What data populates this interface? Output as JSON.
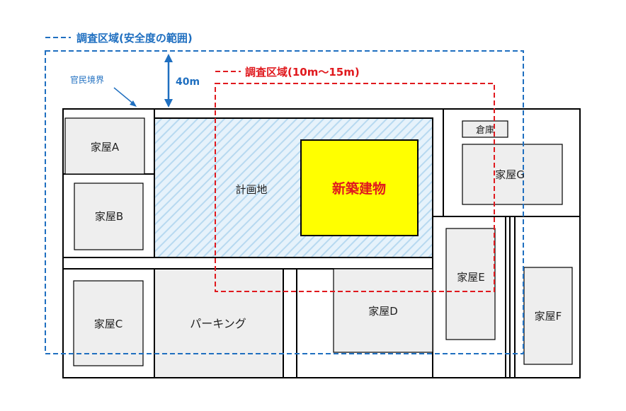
{
  "legend": {
    "blue_label": "調査区域(安全度の範囲)",
    "red_label": "調査区域(10m〜15m)"
  },
  "annotations": {
    "boundary_label": "官民境界",
    "distance_label": "40m"
  },
  "areas": {
    "plan_site": "計画地",
    "new_building": "新築建物",
    "parking": "パーキング",
    "warehouse": "倉庫"
  },
  "houses": {
    "a": "家屋A",
    "b": "家屋B",
    "c": "家屋C",
    "d": "家屋D",
    "e": "家屋E",
    "f": "家屋F",
    "g": "家屋G"
  },
  "colors": {
    "blue": "#1f6fc0",
    "red": "#e0191e",
    "house_fill": "#eeeeee",
    "new_building_fill": "#ffff00",
    "hatch": "#b7d9f0"
  }
}
